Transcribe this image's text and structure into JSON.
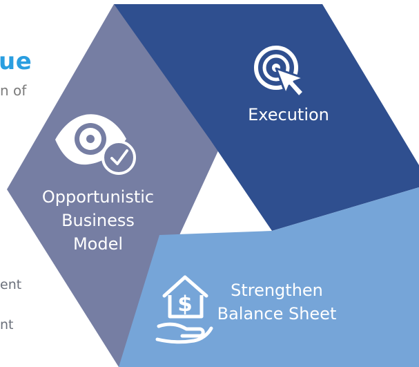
{
  "left_text": {
    "title_fragment": "ue",
    "subtitle_fragment": "n of",
    "item_fragment_1": "ent",
    "item_fragment_2": "nt"
  },
  "segments": [
    {
      "key": "execution",
      "label": "Execution",
      "icon": "target-cursor-icon",
      "color": "#2f4f8f"
    },
    {
      "key": "opportunistic_business_model",
      "label_lines": [
        "Opportunistic",
        "Business",
        "Model"
      ],
      "icon": "eye-check-icon",
      "color": "#767ea3"
    },
    {
      "key": "strengthen_balance_sheet",
      "label_lines": [
        "Strengthen",
        "Balance Sheet"
      ],
      "icon": "house-dollar-hand-icon",
      "color": "#76a5d8"
    }
  ],
  "colors": {
    "title_accent": "#2a9ee0",
    "subtitle_gray": "#7b7b7b",
    "side_text_gray": "#6a6f7a",
    "execution_segment": "#2f4f8f",
    "opportunistic_segment": "#767ea3",
    "balance_segment": "#76a5d8",
    "label_white": "#ffffff"
  }
}
